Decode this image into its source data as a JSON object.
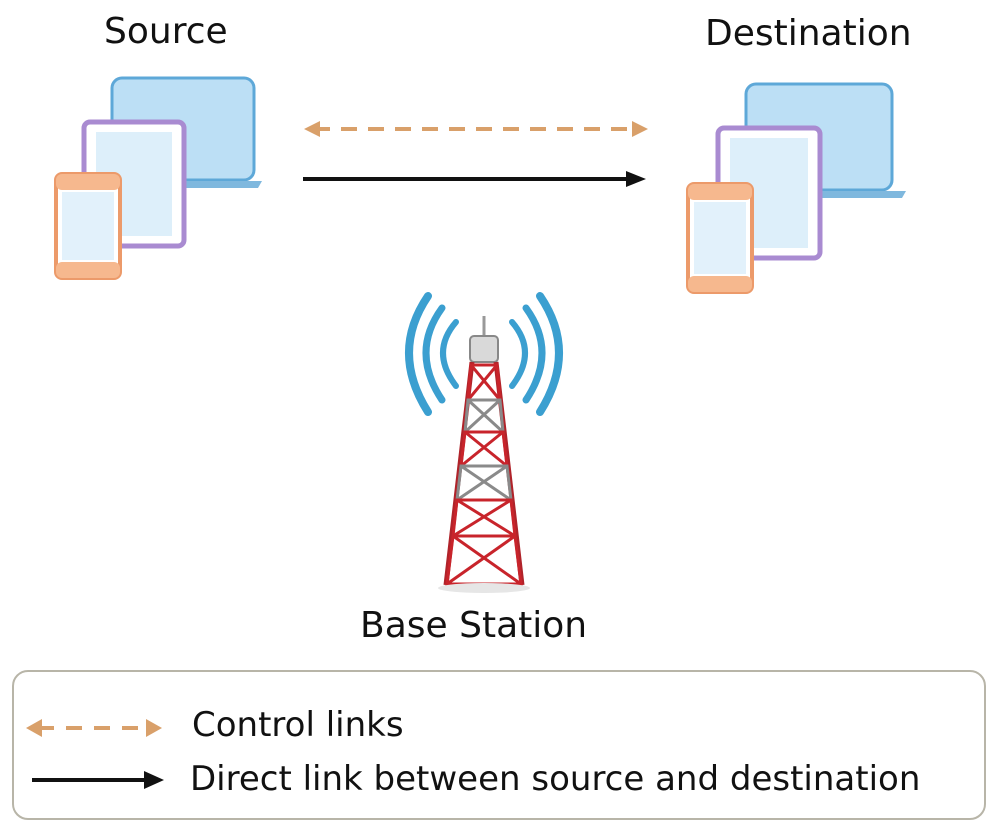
{
  "nodes": {
    "source": "Source",
    "destination": "Destination",
    "base_station": "Base Station"
  },
  "legend": {
    "control_links": "Control links",
    "direct_link": "Direct link between source and destination"
  },
  "colors": {
    "control_link": "#d9a06a",
    "direct_link": "#111111",
    "laptop_fill": "#bcdff5",
    "laptop_stroke": "#5ea8d8",
    "tablet_stroke": "#a98bd1",
    "phone_stroke": "#ec9a6a",
    "tower_red": "#c8242b",
    "signal_blue": "#3b9fd0"
  },
  "icons": [
    "devices-icon",
    "cell-tower-icon",
    "arrow-icon"
  ]
}
